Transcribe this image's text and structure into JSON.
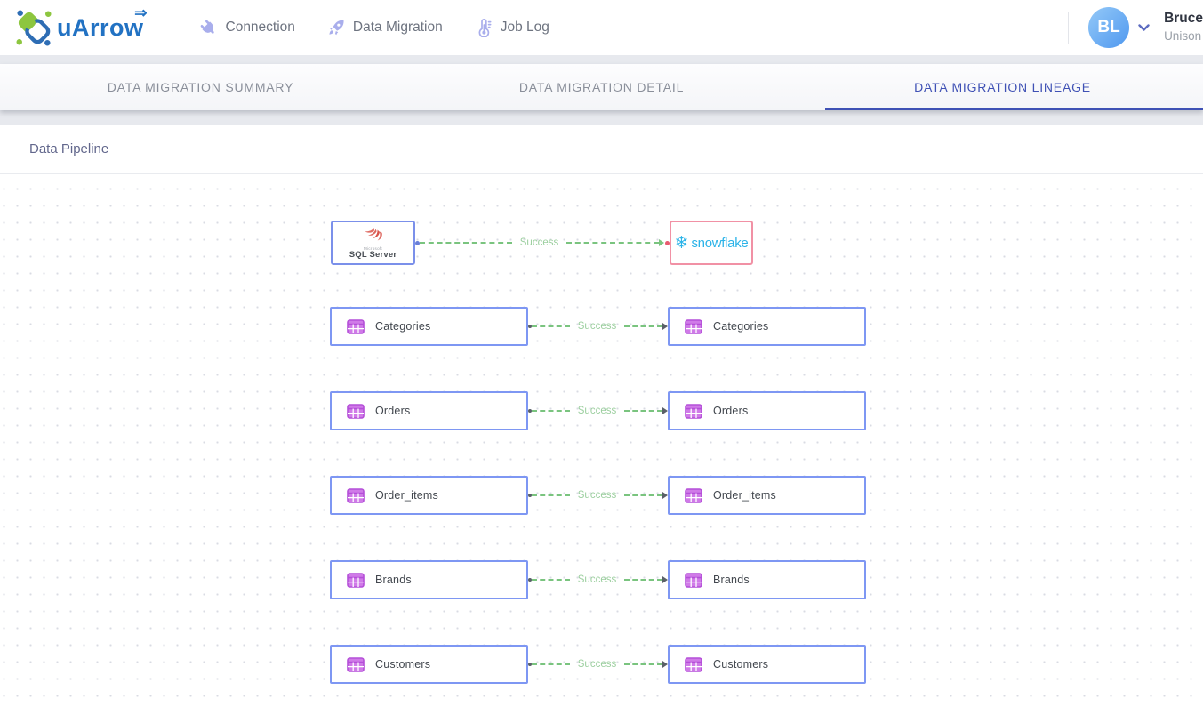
{
  "header": {
    "logo_text": "uArrow",
    "nav": [
      {
        "label": "Connection",
        "icon": "plug-icon"
      },
      {
        "label": "Data Migration",
        "icon": "rocket-icon"
      },
      {
        "label": "Job Log",
        "icon": "thermometer-icon"
      }
    ],
    "user": {
      "initials": "BL",
      "name": "Bruce",
      "org": "Unison"
    }
  },
  "tabs": [
    {
      "label": "DATA MIGRATION SUMMARY",
      "active": false
    },
    {
      "label": "DATA MIGRATION DETAIL",
      "active": false
    },
    {
      "label": "DATA MIGRATION LINEAGE",
      "active": true
    }
  ],
  "pipeline": {
    "title": "Data Pipeline",
    "source_system": {
      "brand_small": "Microsoft",
      "name": "SQL Server",
      "logo": "sql-server-logo"
    },
    "target_system": {
      "name": "snowflake",
      "logo": "snowflake-logo",
      "glyph": "❄"
    },
    "system_edge_status": "Success",
    "tables": [
      {
        "source": "Categories",
        "target": "Categories",
        "status": "Success"
      },
      {
        "source": "Orders",
        "target": "Orders",
        "status": "Success"
      },
      {
        "source": "Order_items",
        "target": "Order_items",
        "status": "Success"
      },
      {
        "source": "Brands",
        "target": "Brands",
        "status": "Success"
      },
      {
        "source": "Customers",
        "target": "Customers",
        "status": "Success"
      }
    ]
  },
  "colors": {
    "accent": "#3f51b5",
    "success_green": "#7ac47f",
    "node_border_blue": "#7e97f3",
    "node_border_pink": "#f191a5",
    "table_icon_purple": "#c75fe0",
    "snowflake_blue": "#2bb3e8",
    "sqlserver_red": "#d9534a",
    "logo_blue": "#2272c3",
    "logo_green": "#8dc63f"
  }
}
